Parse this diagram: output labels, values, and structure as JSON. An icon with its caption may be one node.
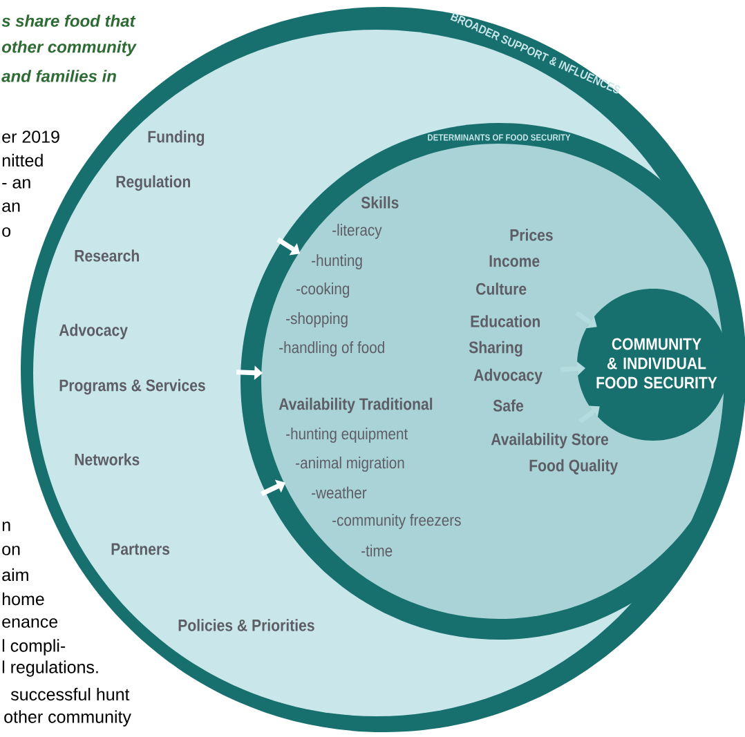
{
  "diagram": {
    "nodes": [
      {
        "text": [
          "BROADER SUPPORT & INFLUENCES",
          "Funding",
          "Regulation",
          "Research",
          "Advocacy",
          "Programs & Services",
          "Networks",
          "Partners",
          "Policies & Priorities"
        ]
      },
      {
        "text": [
          "DETERMINANTS OF FOOD SECURITY",
          "Skills",
          "-literacy",
          "-hunting",
          "-cooking",
          "-shopping",
          "-handling of food",
          "Availability Traditional",
          "-hunting equipment",
          "-animal migration",
          "-weather",
          "-community freezers",
          "-time",
          "Prices",
          "Income",
          "Culture",
          "Education",
          "Sharing",
          "Advocacy",
          "Safe",
          "Availability Store",
          "Food Quality"
        ],
        "in": 0
      },
      {
        "text": [
          "COMMUNITY & INDIVIDUAL FOOD SECURITY"
        ],
        "in": 1
      }
    ],
    "labels": [
      "s share food that",
      "other community",
      "and families in",
      "er 2019",
      "nitted",
      "- an",
      "an",
      "o",
      "n",
      "on",
      "aim",
      "home",
      "enance",
      "l compli-",
      "l regulations.",
      "successful hunt",
      "other community"
    ]
  }
}
